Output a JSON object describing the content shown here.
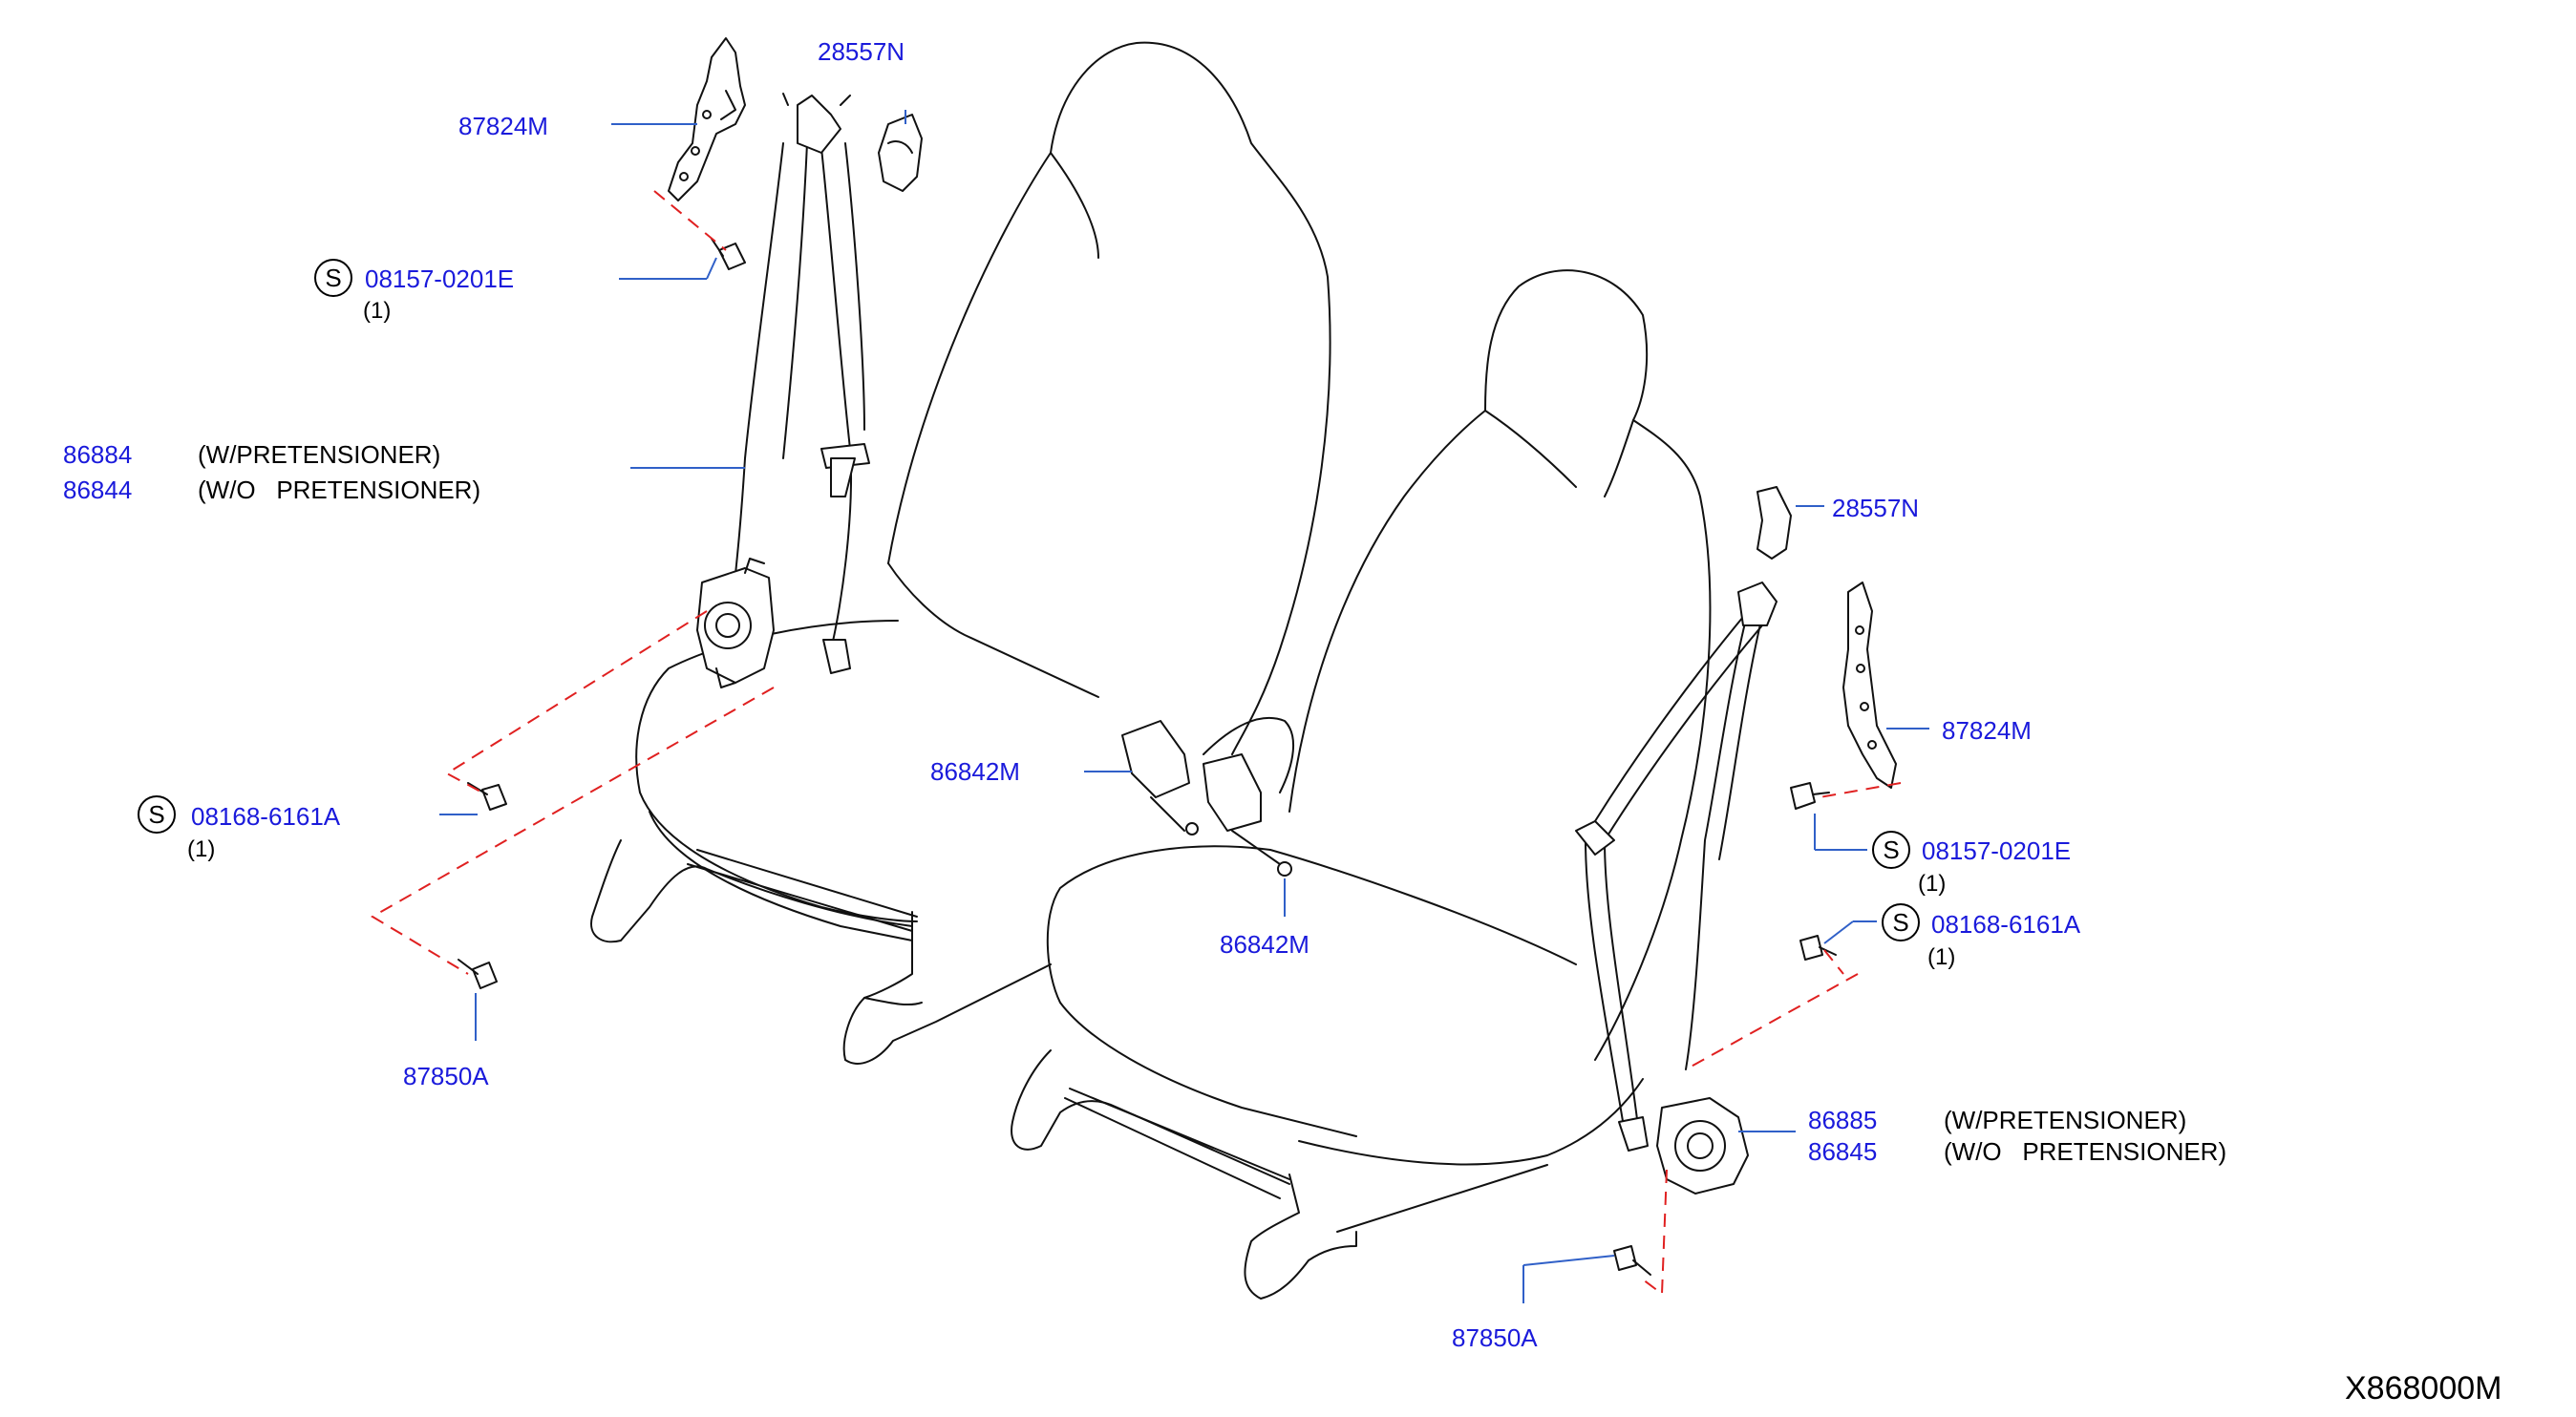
{
  "colors": {
    "part_number": "#1a1adb",
    "leader": "#3060c8",
    "dashed": "#e02020",
    "art": "#111111"
  },
  "figure_code": "X868000M",
  "labels": {
    "p87824m_left": "87824M",
    "p28557n_left": "28557N",
    "bolt_left_top": "08157-0201E",
    "bolt_left_top_qty": "(1)",
    "p86884": "86884",
    "p86884_note": "(W/PRETENSIONER)",
    "p86844": "86844",
    "p86844_note": "(W/O   PRETENSIONER)",
    "bolt_left_mid": "08168-6161A",
    "bolt_left_mid_qty": "(1)",
    "p87850a_left": "87850A",
    "p86842m_a": "86842M",
    "p86842m_b": "86842M",
    "p28557n_right": "28557N",
    "p87824m_right": "87824M",
    "bolt_right_top": "08157-0201E",
    "bolt_right_top_qty": "(1)",
    "bolt_right_mid": "08168-6161A",
    "bolt_right_mid_qty": "(1)",
    "p86885": "86885",
    "p86885_note": "(W/PRETENSIONER)",
    "p86845": "86845",
    "p86845_note": "(W/O   PRETENSIONER)",
    "p87850a_right": "87850A",
    "s_symbol": "S"
  }
}
